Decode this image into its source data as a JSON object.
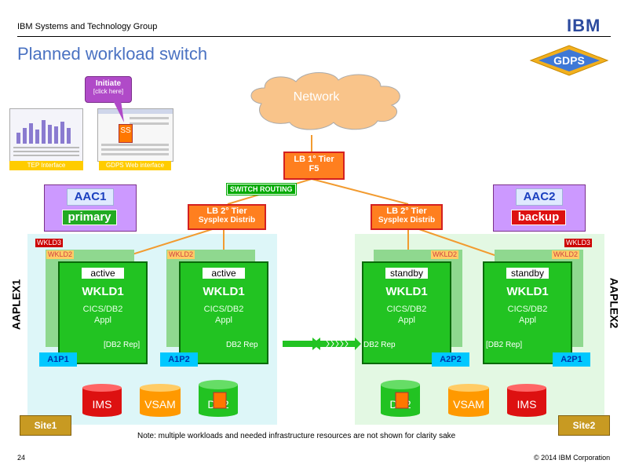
{
  "header": {
    "group": "IBM Systems and Technology Group",
    "logo": "IBM",
    "title": "Planned workload switch"
  },
  "gdps_logo": {
    "text": "GDPS"
  },
  "thumbs": {
    "tep": {
      "caption": "TEP Interface"
    },
    "gdps": {
      "caption": "GDPS Web interface",
      "ss": "SS"
    }
  },
  "initiate": {
    "title": "Initiate",
    "sub": "[click here]"
  },
  "network": {
    "label": "Network"
  },
  "lb1": {
    "line1": "LB 1° Tier",
    "line2": "F5"
  },
  "switch_routing": "SWITCH ROUTING",
  "lb2_left": {
    "line1": "LB 2° Tier",
    "line2": "Sysplex Distrib"
  },
  "lb2_right": {
    "line1": "LB 2° Tier",
    "line2": "Sysplex Distrib"
  },
  "aac1": {
    "name": "AAC1",
    "state": "primary"
  },
  "aac2": {
    "name": "AAC2",
    "state": "backup"
  },
  "wkld3": "WKLD3",
  "wkld2": "WKLD2",
  "workloads": [
    {
      "state": "active",
      "name": "WKLD1",
      "appl1": "CICS/DB2",
      "appl2": "Appl",
      "rep": "[DB2 Rep]",
      "ptag": "A1P1"
    },
    {
      "state": "active",
      "name": "WKLD1",
      "appl1": "CICS/DB2",
      "appl2": "Appl",
      "rep": "DB2 Rep",
      "ptag": "A1P2"
    },
    {
      "state": "standby",
      "name": "WKLD1",
      "appl1": "CICS/DB2",
      "appl2": "Appl",
      "rep": "DB2 Rep",
      "ptag": "A2P2"
    },
    {
      "state": "standby",
      "name": "WKLD1",
      "appl1": "CICS/DB2",
      "appl2": "Appl",
      "rep": "[DB2 Rep]",
      "ptag": "A2P1"
    }
  ],
  "aaplex1": "AAPLEX1",
  "aaplex2": "AAPLEX2",
  "site1": {
    "db": [
      "IMS",
      "VSAM",
      "DB2"
    ],
    "label": "Site1"
  },
  "site2": {
    "db": [
      "DB2",
      "VSAM",
      "IMS"
    ],
    "label": "Site2"
  },
  "note": "Note: multiple workloads and needed infrastructure resources are not shown for clarity sake",
  "footer": {
    "page": "24",
    "copyright": "© 2014 IBM Corporation"
  },
  "colors": {
    "title": "#4a72c2",
    "workload_green": "#22c322",
    "lb_orange": "#ff7f1f",
    "aac_purple": "#cc99ff",
    "db_red": "#dd1111",
    "db_orange": "#ff9900",
    "db_green": "#22c322"
  }
}
